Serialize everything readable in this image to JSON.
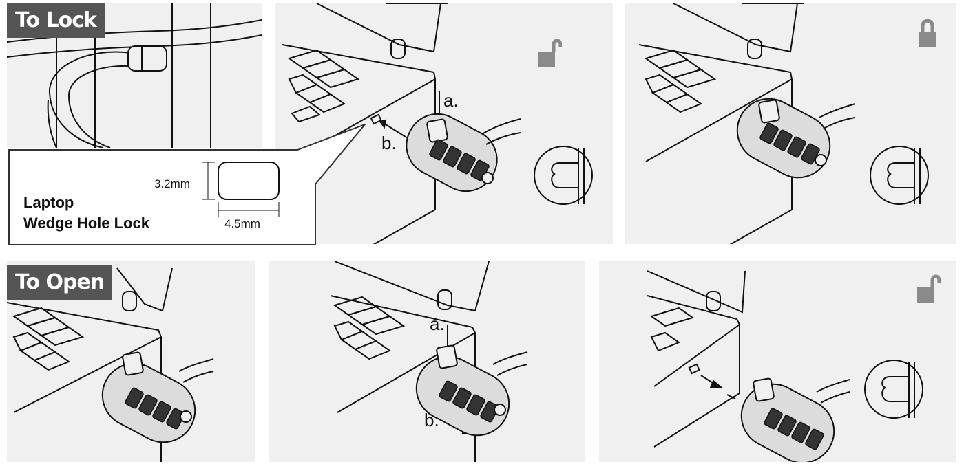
{
  "sections": {
    "lock": {
      "title": "To Lock"
    },
    "open": {
      "title": "To Open"
    }
  },
  "callout": {
    "line1": "Laptop",
    "line2": "Wedge Hole Lock",
    "height": "3.2mm",
    "width": "4.5mm"
  },
  "steps": {
    "a": "a.",
    "b": "b."
  },
  "icons": {
    "lock_panel2": "padlock-open-icon",
    "lock_panel3": "padlock-closed-icon",
    "open_panel3": "padlock-open-icon"
  },
  "colors": {
    "panel_bg": "#f0f0f0",
    "tag_bg": "#555555",
    "icon_gray": "#8a8a8a"
  }
}
